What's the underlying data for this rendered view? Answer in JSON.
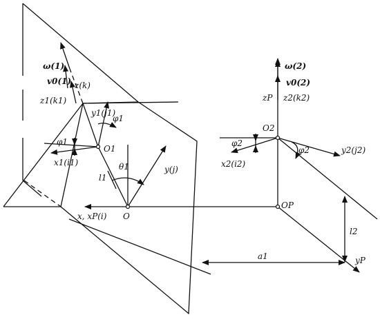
{
  "labels": {
    "omega1": "ω(1)",
    "v01": "v0(1)",
    "z_k": "z(k)",
    "z1_k1": "z1(k1)",
    "y1_j1": "y1(j1)",
    "phi1_top": "φ1",
    "phi1_left": "φ1",
    "O1": "O1",
    "x1_i1": "x1(i1)",
    "theta1": "θ1",
    "l1": "l1",
    "y_j": "y(j)",
    "x_xp_i": "x, xP(i)",
    "O": "O",
    "omega2": "ω(2)",
    "v02": "v0(2)",
    "zP": "zP",
    "z2_k2": "z2(k2)",
    "O2": "O2",
    "phi2_left": "φ2",
    "phi2_right": "φ2",
    "x2_i2": "x2(i2)",
    "y2_j2": "y2(j2)",
    "OP": "OP",
    "l2": "l2",
    "a1": "a1",
    "yP": "yP"
  }
}
